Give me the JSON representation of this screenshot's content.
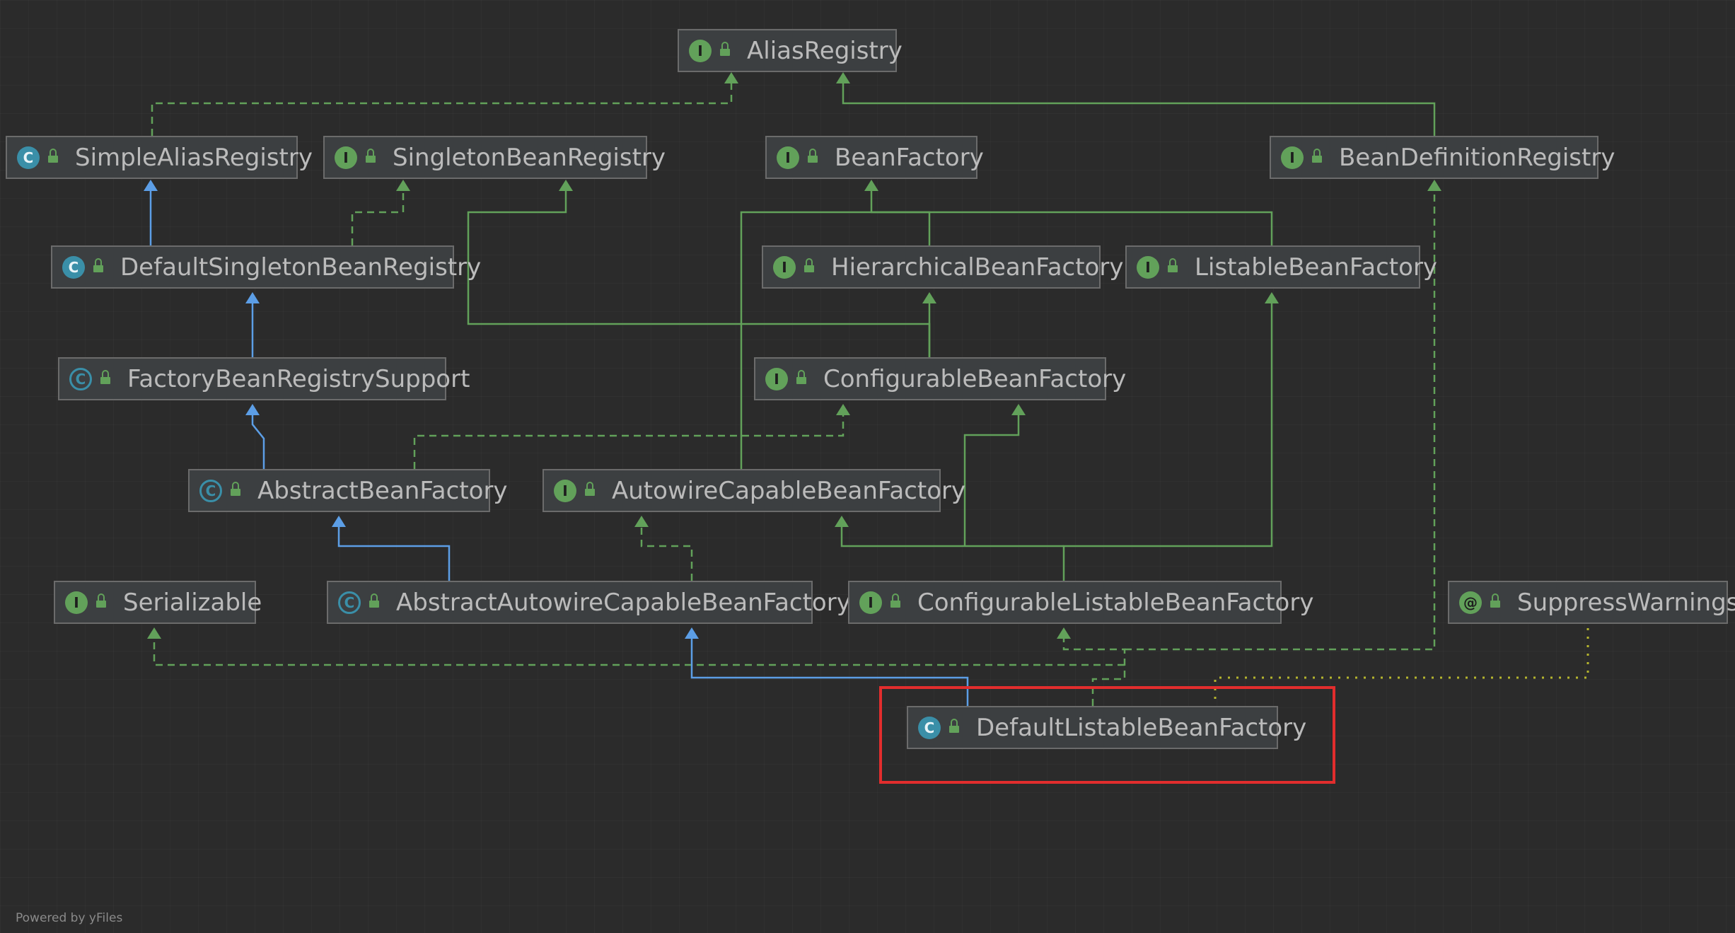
{
  "diagram": {
    "nodes": [
      {
        "id": "AliasRegistry",
        "label": "AliasRegistry",
        "kind": "interface"
      },
      {
        "id": "SimpleAliasRegistry",
        "label": "SimpleAliasRegistry",
        "kind": "class"
      },
      {
        "id": "SingletonBeanRegistry",
        "label": "SingletonBeanRegistry",
        "kind": "interface"
      },
      {
        "id": "BeanFactory",
        "label": "BeanFactory",
        "kind": "interface"
      },
      {
        "id": "BeanDefinitionRegistry",
        "label": "BeanDefinitionRegistry",
        "kind": "interface"
      },
      {
        "id": "DefaultSingletonBeanRegistry",
        "label": "DefaultSingletonBeanRegistry",
        "kind": "class"
      },
      {
        "id": "HierarchicalBeanFactory",
        "label": "HierarchicalBeanFactory",
        "kind": "interface"
      },
      {
        "id": "ListableBeanFactory",
        "label": "ListableBeanFactory",
        "kind": "interface"
      },
      {
        "id": "FactoryBeanRegistrySupport",
        "label": "FactoryBeanRegistrySupport",
        "kind": "abstract"
      },
      {
        "id": "ConfigurableBeanFactory",
        "label": "ConfigurableBeanFactory",
        "kind": "interface"
      },
      {
        "id": "AbstractBeanFactory",
        "label": "AbstractBeanFactory",
        "kind": "abstract"
      },
      {
        "id": "AutowireCapableBeanFactory",
        "label": "AutowireCapableBeanFactory",
        "kind": "interface"
      },
      {
        "id": "Serializable",
        "label": "Serializable",
        "kind": "interface"
      },
      {
        "id": "AbstractAutowireCapableBeanFactory",
        "label": "AbstractAutowireCapableBeanFactory",
        "kind": "abstract"
      },
      {
        "id": "ConfigurableListableBeanFactory",
        "label": "ConfigurableListableBeanFactory",
        "kind": "interface"
      },
      {
        "id": "SuppressWarnings",
        "label": "SuppressWarnings",
        "kind": "annotation"
      },
      {
        "id": "DefaultListableBeanFactory",
        "label": "DefaultListableBeanFactory",
        "kind": "class"
      }
    ],
    "badge_letters": {
      "interface": "I",
      "class": "C",
      "abstract": "C",
      "annotation": "@"
    },
    "highlighted_node": "DefaultListableBeanFactory",
    "colors": {
      "extends": "#5c9ee6",
      "implements": "#62a15a",
      "annotation": "#b5b52e",
      "highlight": "#e22d2d",
      "background": "#2b2b2b",
      "node_fill": "#3c3f41"
    }
  },
  "footer": "Powered by yFiles"
}
